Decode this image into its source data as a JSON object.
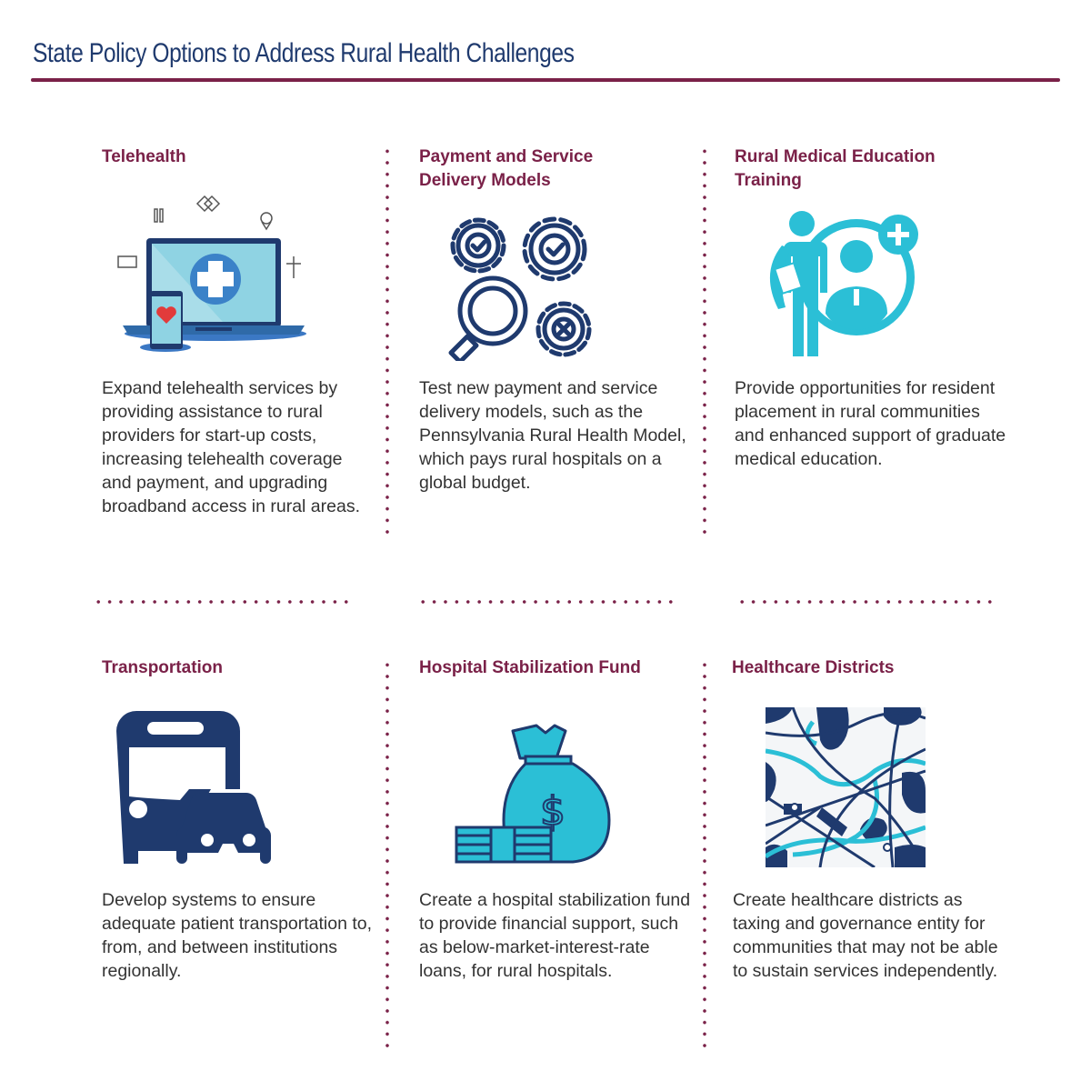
{
  "header": {
    "title": "State Policy Options to Address Rural Health Challenges"
  },
  "colors": {
    "title": "#1f3a6e",
    "accent": "#7a2148",
    "navy": "#1f3a6e",
    "teal": "#2bbfd6",
    "body_text": "#333333"
  },
  "options": [
    {
      "heading": "Telehealth",
      "icon": "telehealth-laptop-icon",
      "description": "Expand telehealth services by providing assistance to rural providers for start-up costs, increasing telehealth coverage and payment, and upgrading broadband access in rural areas.",
      "lines": [
        "Expand telehealth services",
        "by providing assistance to",
        "rural providers for start-up",
        "costs, increasing telehealth",
        "coverage and payment, and",
        "upgrading broadband access",
        "in rural areas."
      ]
    },
    {
      "heading": "Payment and Service Delivery Models",
      "heading_lines": [
        "Payment and Service",
        "Delivery Models"
      ],
      "icon": "gears-magnifier-icon",
      "description": "Test new payment and service delivery models, such as the Pennsylvania Rural Health Model, which pays rural hospitals on a global budget.",
      "lines": [
        "Test new payment and",
        "service delivery models,",
        "such as the Pennsylvania",
        "Rural Health Model, which",
        "pays rural hospitals on a",
        "global budget."
      ]
    },
    {
      "heading": "Rural Medical Education Training",
      "heading_lines": [
        "Rural Medical Education",
        "Training"
      ],
      "icon": "student-doctor-icon",
      "description": "Provide opportunities for resident placement in rural communities and enhanced support of graduate medical education.",
      "lines": [
        "Provide opportunities for",
        "resident placement in rural",
        "communities and enhanced",
        "support of graduate medical",
        "education."
      ]
    },
    {
      "heading": "Transportation",
      "icon": "bus-car-icon",
      "description": "Develop systems to ensure adequate patient transportation to, from, and between institutions regionally.",
      "lines": [
        "Develop systems to",
        "ensure adequate patient",
        "transportation to, from,",
        "and between institutions",
        "regionally."
      ]
    },
    {
      "heading": "Hospital Stabilization Fund",
      "icon": "money-bag-icon",
      "description": "Create a hospital stabilization fund to provide financial support, such as below-market-interest-rate loans, for rural hospitals.",
      "lines": [
        "Create a hospital",
        "stabilization fund to provide",
        "financial support, such as",
        "below-market-interest-rate",
        "loans, for rural hospitals."
      ]
    },
    {
      "heading": "Healthcare Districts",
      "icon": "district-map-icon",
      "description": "Create healthcare districts as taxing and governance entity for communities that may not be able to sustain services independently.",
      "lines": [
        "Create healthcare districts",
        "as taxing and governance",
        "entity for communities that",
        "may not be able to sustain",
        "services independently."
      ]
    }
  ]
}
